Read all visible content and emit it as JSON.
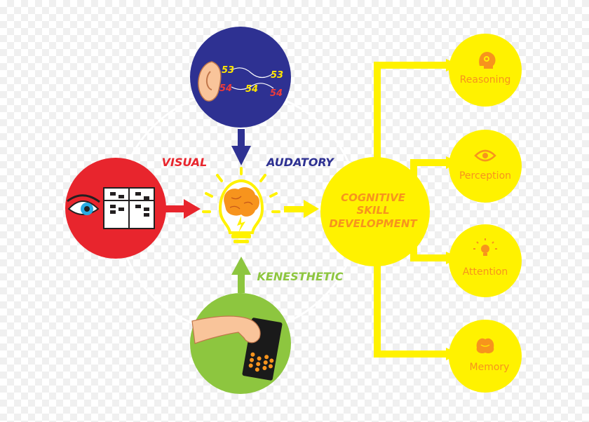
{
  "diagram": {
    "inputs": {
      "visual": "VISUAL",
      "audatory": "AUDATORY",
      "kenesthetic": "KENESTHETIC"
    },
    "center": {
      "line1": "COGNITIVE",
      "line2": "SKILL",
      "line3": "DEVELOPMENT"
    },
    "audio_numbers": {
      "n1": "53",
      "n2": "53",
      "n3": "54",
      "n4": "54",
      "n5": "54"
    },
    "skills": [
      {
        "label": "Reasoning",
        "icon": "head-gear-icon"
      },
      {
        "label": "Perception",
        "icon": "eye-icon"
      },
      {
        "label": "Attention",
        "icon": "lightbulb-icon"
      },
      {
        "label": "Memory",
        "icon": "brain-icon"
      }
    ]
  },
  "colors": {
    "red": "#e8252d",
    "navy": "#2e3192",
    "green": "#8dc63f",
    "yellow": "#fff200",
    "orange_text": "#f7941d",
    "yellow_num": "#ffe600",
    "red_num": "#ed3b3b"
  }
}
